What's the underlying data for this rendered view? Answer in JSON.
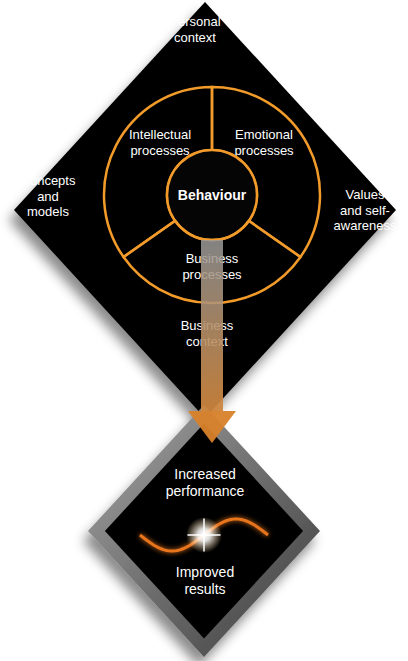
{
  "diagram": {
    "nodes": [
      {
        "text": [
          "Personal context",
          "Concepts and models",
          "Values and self-awareness",
          "Business context"
        ]
      },
      {
        "text": [
          "Intellectual processes"
        ],
        "in": 0
      },
      {
        "text": [
          "Emotional processes"
        ],
        "in": 0
      },
      {
        "text": [
          "Behaviour"
        ],
        "in": 0
      },
      {
        "text": [
          "Business processes"
        ],
        "in": 0
      },
      {
        "text": [
          "Increased performance",
          "Improved results"
        ]
      }
    ],
    "edges": [
      {
        "from": 3,
        "to": 5,
        "arrow": "to"
      }
    ]
  }
}
